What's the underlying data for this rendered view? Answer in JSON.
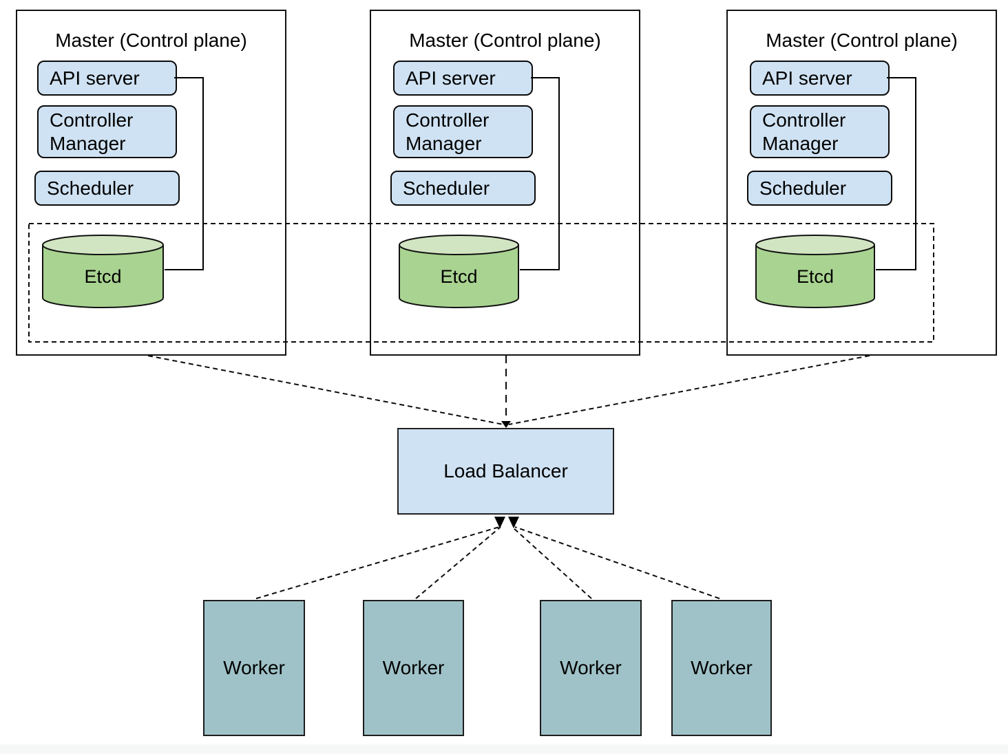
{
  "diagram": {
    "masters": [
      {
        "title": "Master (Control plane)",
        "api_server": "API server",
        "controller_manager": "Controller Manager",
        "scheduler": "Scheduler",
        "datastore": "Etcd"
      },
      {
        "title": "Master (Control plane)",
        "api_server": "API server",
        "controller_manager": "Controller Manager",
        "scheduler": "Scheduler",
        "datastore": "Etcd"
      },
      {
        "title": "Master (Control plane)",
        "api_server": "API server",
        "controller_manager": "Controller Manager",
        "scheduler": "Scheduler",
        "datastore": "Etcd"
      }
    ],
    "load_balancer": {
      "label": "Load Balancer"
    },
    "workers": [
      "Worker",
      "Worker",
      "Worker",
      "Worker"
    ],
    "colors": {
      "component_blue": "#cfe2f3",
      "etcd_green_body": "#a9d391",
      "etcd_green_top": "#d2e5c2",
      "worker_teal": "#9fc2c8",
      "line_black": "#000000"
    }
  }
}
